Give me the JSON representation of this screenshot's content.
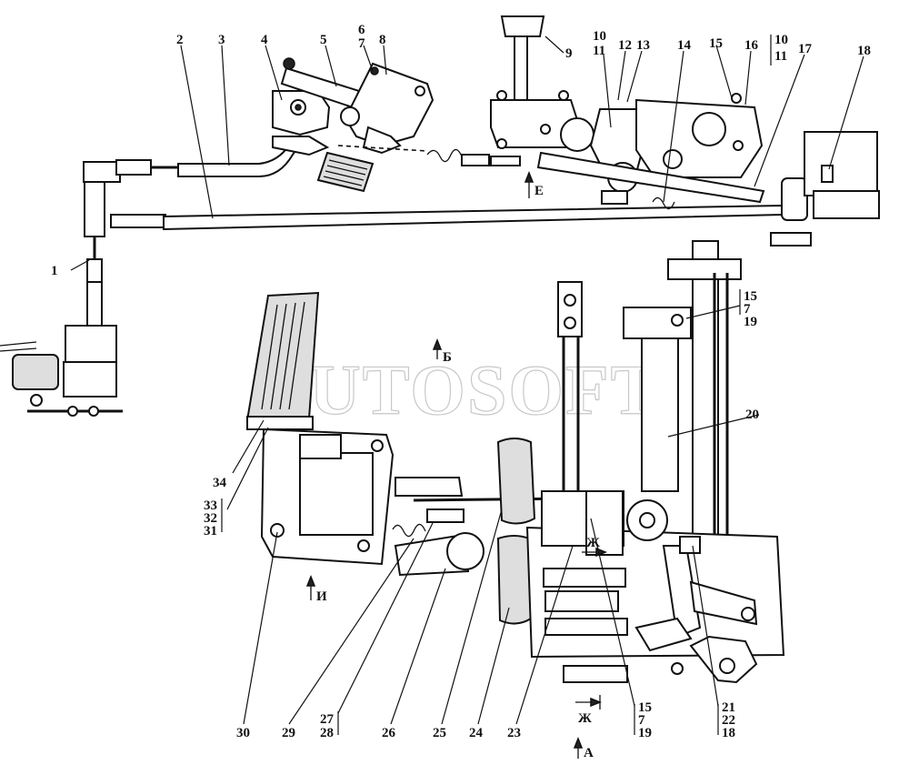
{
  "watermark": "AUTOSOFT",
  "callouts": {
    "c1": "1",
    "c2": "2",
    "c3": "3",
    "c4": "4",
    "c5": "5",
    "c6": "6",
    "c7a": "7",
    "c8": "8",
    "c9": "9",
    "c10a": "10",
    "c11a": "11",
    "c12": "12",
    "c13": "13",
    "c14": "14",
    "c15a": "15",
    "c16": "16",
    "c10b": "10",
    "c11b": "11",
    "c17": "17",
    "c18a": "18",
    "c15b": "15",
    "c7b": "7",
    "c19a": "19",
    "c20": "20",
    "c34": "34",
    "c33": "33",
    "c32": "32",
    "c31": "31",
    "c30": "30",
    "c29": "29",
    "c27": "27",
    "c28": "28",
    "c26": "26",
    "c25": "25",
    "c24": "24",
    "c23": "23",
    "c15c": "15",
    "c7c": "7",
    "c19b": "19",
    "c21": "21",
    "c22": "22",
    "c18b": "18"
  },
  "view_markers": {
    "e": "Е",
    "b": "Б",
    "zh_mid": "Ж",
    "i": "И",
    "zh_bottom": "Ж",
    "a": "А"
  }
}
